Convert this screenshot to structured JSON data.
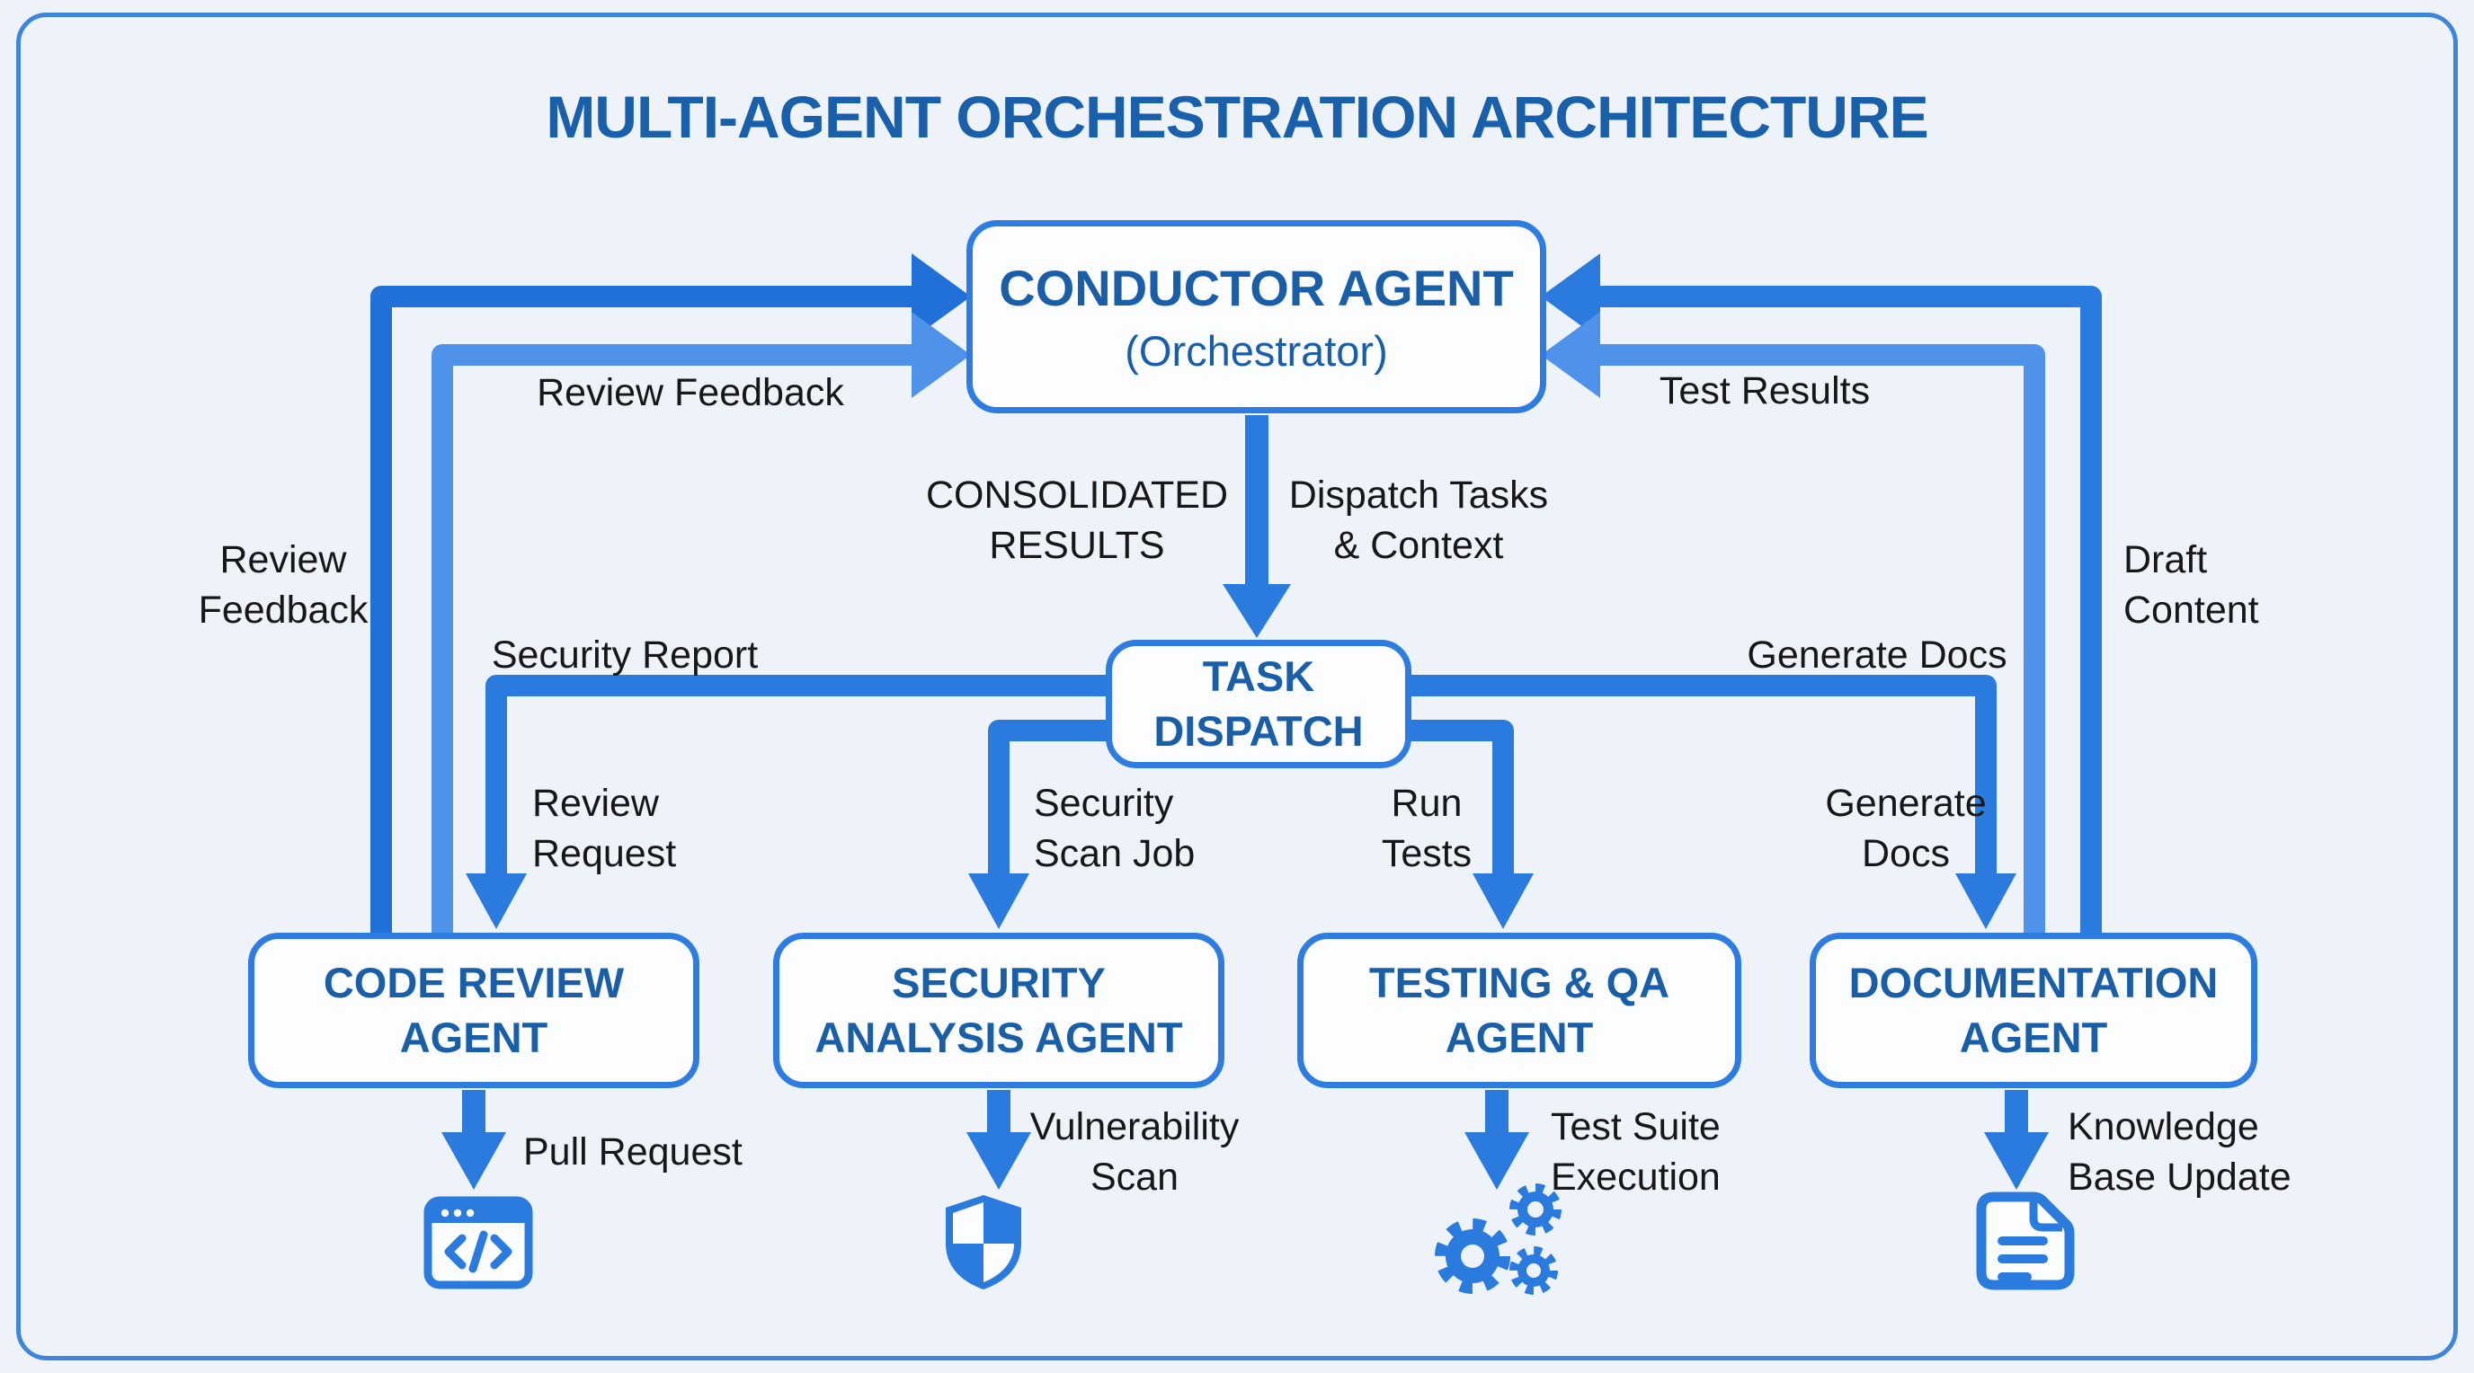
{
  "title": "MULTI-AGENT ORCHESTRATION ARCHITECTURE",
  "colors": {
    "background": "#eef3fa",
    "frame_border": "#3f85dc",
    "node_border": "#2e7ce0",
    "node_fill": "#fcfdff",
    "heading_text": "#1a5ea8",
    "label_text": "#17171a",
    "arrow_main": "#2b7ade",
    "arrow_dark": "#2170d8",
    "arrow_light": "#4e92ea"
  },
  "nodes": {
    "conductor": {
      "title": "CONDUCTOR AGENT",
      "subtitle": "(Orchestrator)"
    },
    "task_dispatch": {
      "title": "TASK\nDISPATCH"
    },
    "code_review": {
      "title": "CODE REVIEW\nAGENT"
    },
    "security_analysis": {
      "title": "SECURITY\nANALYSIS AGENT"
    },
    "testing_qa": {
      "title": "TESTING & QA\nAGENT"
    },
    "documentation": {
      "title": "DOCUMENTATION\nAGENT"
    }
  },
  "labels": {
    "review_feedback_side": "Review\nFeedback",
    "review_feedback_top": "Review Feedback",
    "test_results": "Test Results",
    "draft_content": "Draft\nContent",
    "consolidated_results": "CONSOLIDATED\nRESULTS",
    "dispatch_tasks": "Dispatch Tasks\n& Context",
    "security_report": "Security Report",
    "generate_docs_top": "Generate Docs",
    "review_request": "Review\nRequest",
    "security_scan_job": "Security\nScan Job",
    "run_tests": "Run\nTests",
    "generate_docs_side": "Generate\nDocs",
    "pull_request": "Pull Request",
    "vulnerability_scan": "Vulnerability\nScan",
    "test_suite_execution": "Test Suite\nExecution",
    "knowledge_base_update": "Knowledge\nBase Update"
  },
  "icons": [
    "code-window-icon",
    "shield-icon",
    "gears-icon",
    "document-icon"
  ]
}
